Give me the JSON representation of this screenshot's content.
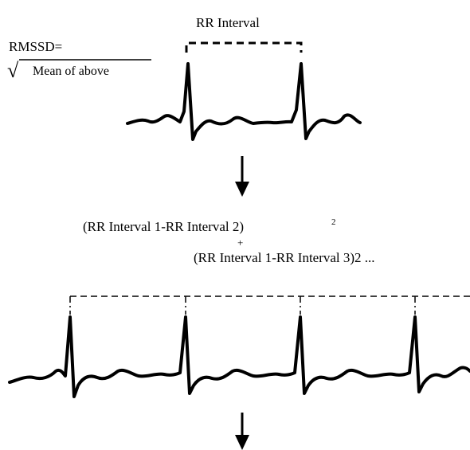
{
  "top_label": "RR Interval",
  "rmssd": {
    "label": "RMSSD=",
    "radical": "√",
    "radicand": "Mean of above"
  },
  "formula": {
    "line1": "(RR Interval 1-RR Interval 2)",
    "line1_exponent": "2",
    "plus": "+",
    "line2": "(RR Interval 1-RR Interval 3)2 ..."
  },
  "colors": {
    "stroke": "#000000",
    "background": "#ffffff"
  }
}
